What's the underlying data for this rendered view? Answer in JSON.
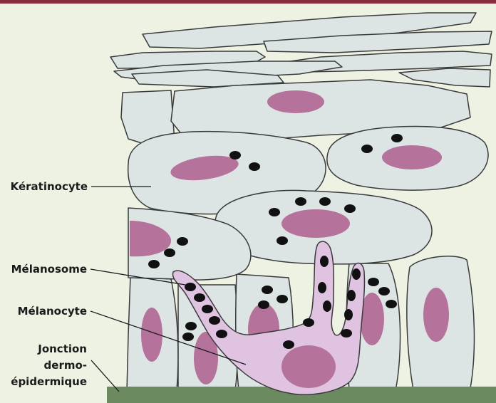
{
  "labels": {
    "keratinocyte": "Kératinocyte",
    "melanosome": "Mélanosome",
    "melanocyte": "Mélanocyte",
    "junction_lines": [
      "Jonction",
      "dermo-",
      "épidermique"
    ]
  },
  "colors": {
    "background": "#edf2e2",
    "top_border": "#8b2c3c",
    "keratinocyte_fill": "#dce4e4",
    "outline": "#3a3a3a",
    "nucleus": "#b5729a",
    "melanocyte_fill": "#dfc3e0",
    "melanosome": "#111111",
    "dermis": "#6c8a5f",
    "label": "#1b1b1b"
  }
}
